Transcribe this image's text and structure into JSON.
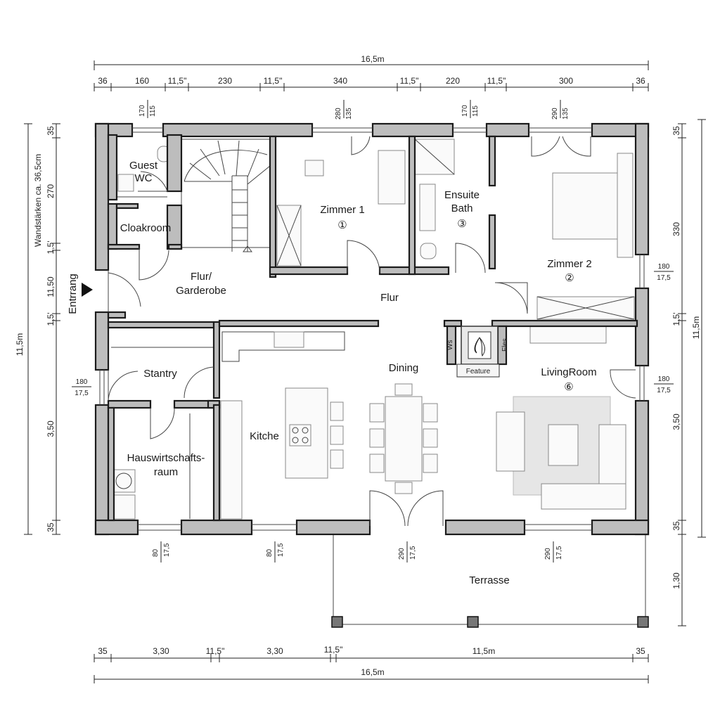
{
  "dims_top": {
    "overall": "16,5m",
    "segments": [
      "36",
      "160",
      "11,5\"",
      "230",
      "11,5\"",
      "340",
      "11,5\"",
      "220",
      "11,5\"",
      "300",
      "36"
    ]
  },
  "dims_bottom": {
    "segments": [
      "35",
      "3,30",
      "11,5\"",
      "3,30",
      "11,5\"",
      "11,5m",
      "35"
    ],
    "overall": "16,5m"
  },
  "dims_left": {
    "overall": "11,5m",
    "wall_note": "Wandstärken ca. 36,5cm",
    "segments": [
      "35",
      "270",
      "1,5'",
      "11,50",
      "1,5'",
      "3,50",
      "35"
    ]
  },
  "dims_right": {
    "overall": "11,5m",
    "segments": [
      "35",
      "330",
      "1,5'",
      "3,50",
      "35",
      "1,30"
    ]
  },
  "openings": {
    "top1_a": "170",
    "top1_b": "115",
    "top2_a": "280",
    "top2_b": "135",
    "top3_a": "170",
    "top3_b": "115",
    "top4_a": "290",
    "top4_b": "135",
    "right1_a": "180",
    "right1_b": "17,5",
    "right2_a": "180",
    "right2_b": "17,5",
    "left1_a": "180",
    "left1_b": "17,5",
    "bot1_a": "80",
    "bot1_b": "17,5",
    "bot2_a": "80",
    "bot2_b": "17,5",
    "bot3_a": "290",
    "bot3_b": "17,5",
    "bot4_a": "290",
    "bot4_b": "17,5"
  },
  "rooms": {
    "guest_wc_1": "Guest",
    "guest_wc_2": "WC",
    "cloakroom": "Cloakroom",
    "flur_gard_1": "Flur/",
    "flur_gard_2": "Garderobe",
    "entrance": "Entrrang",
    "zimmer1": "Zimmer 1",
    "zimmer1_num": "①",
    "ensuite_1": "Ensuite",
    "ensuite_2": "Bath",
    "ensuite_num": "③",
    "zimmer2": "Zimmer 2",
    "zimmer2_num": "②",
    "flur": "Flur",
    "stantry": "Stantry",
    "dining": "Dining",
    "living": "LivingRoom",
    "living_num": "⑥",
    "kitchen": "Kitche",
    "hwr_1": "Hauswirtschafts-",
    "hwr_2": "raum",
    "terrasse": "Terrasse",
    "feature": "Feature",
    "fire_left": "Ws",
    "fire_right": "Fles"
  }
}
